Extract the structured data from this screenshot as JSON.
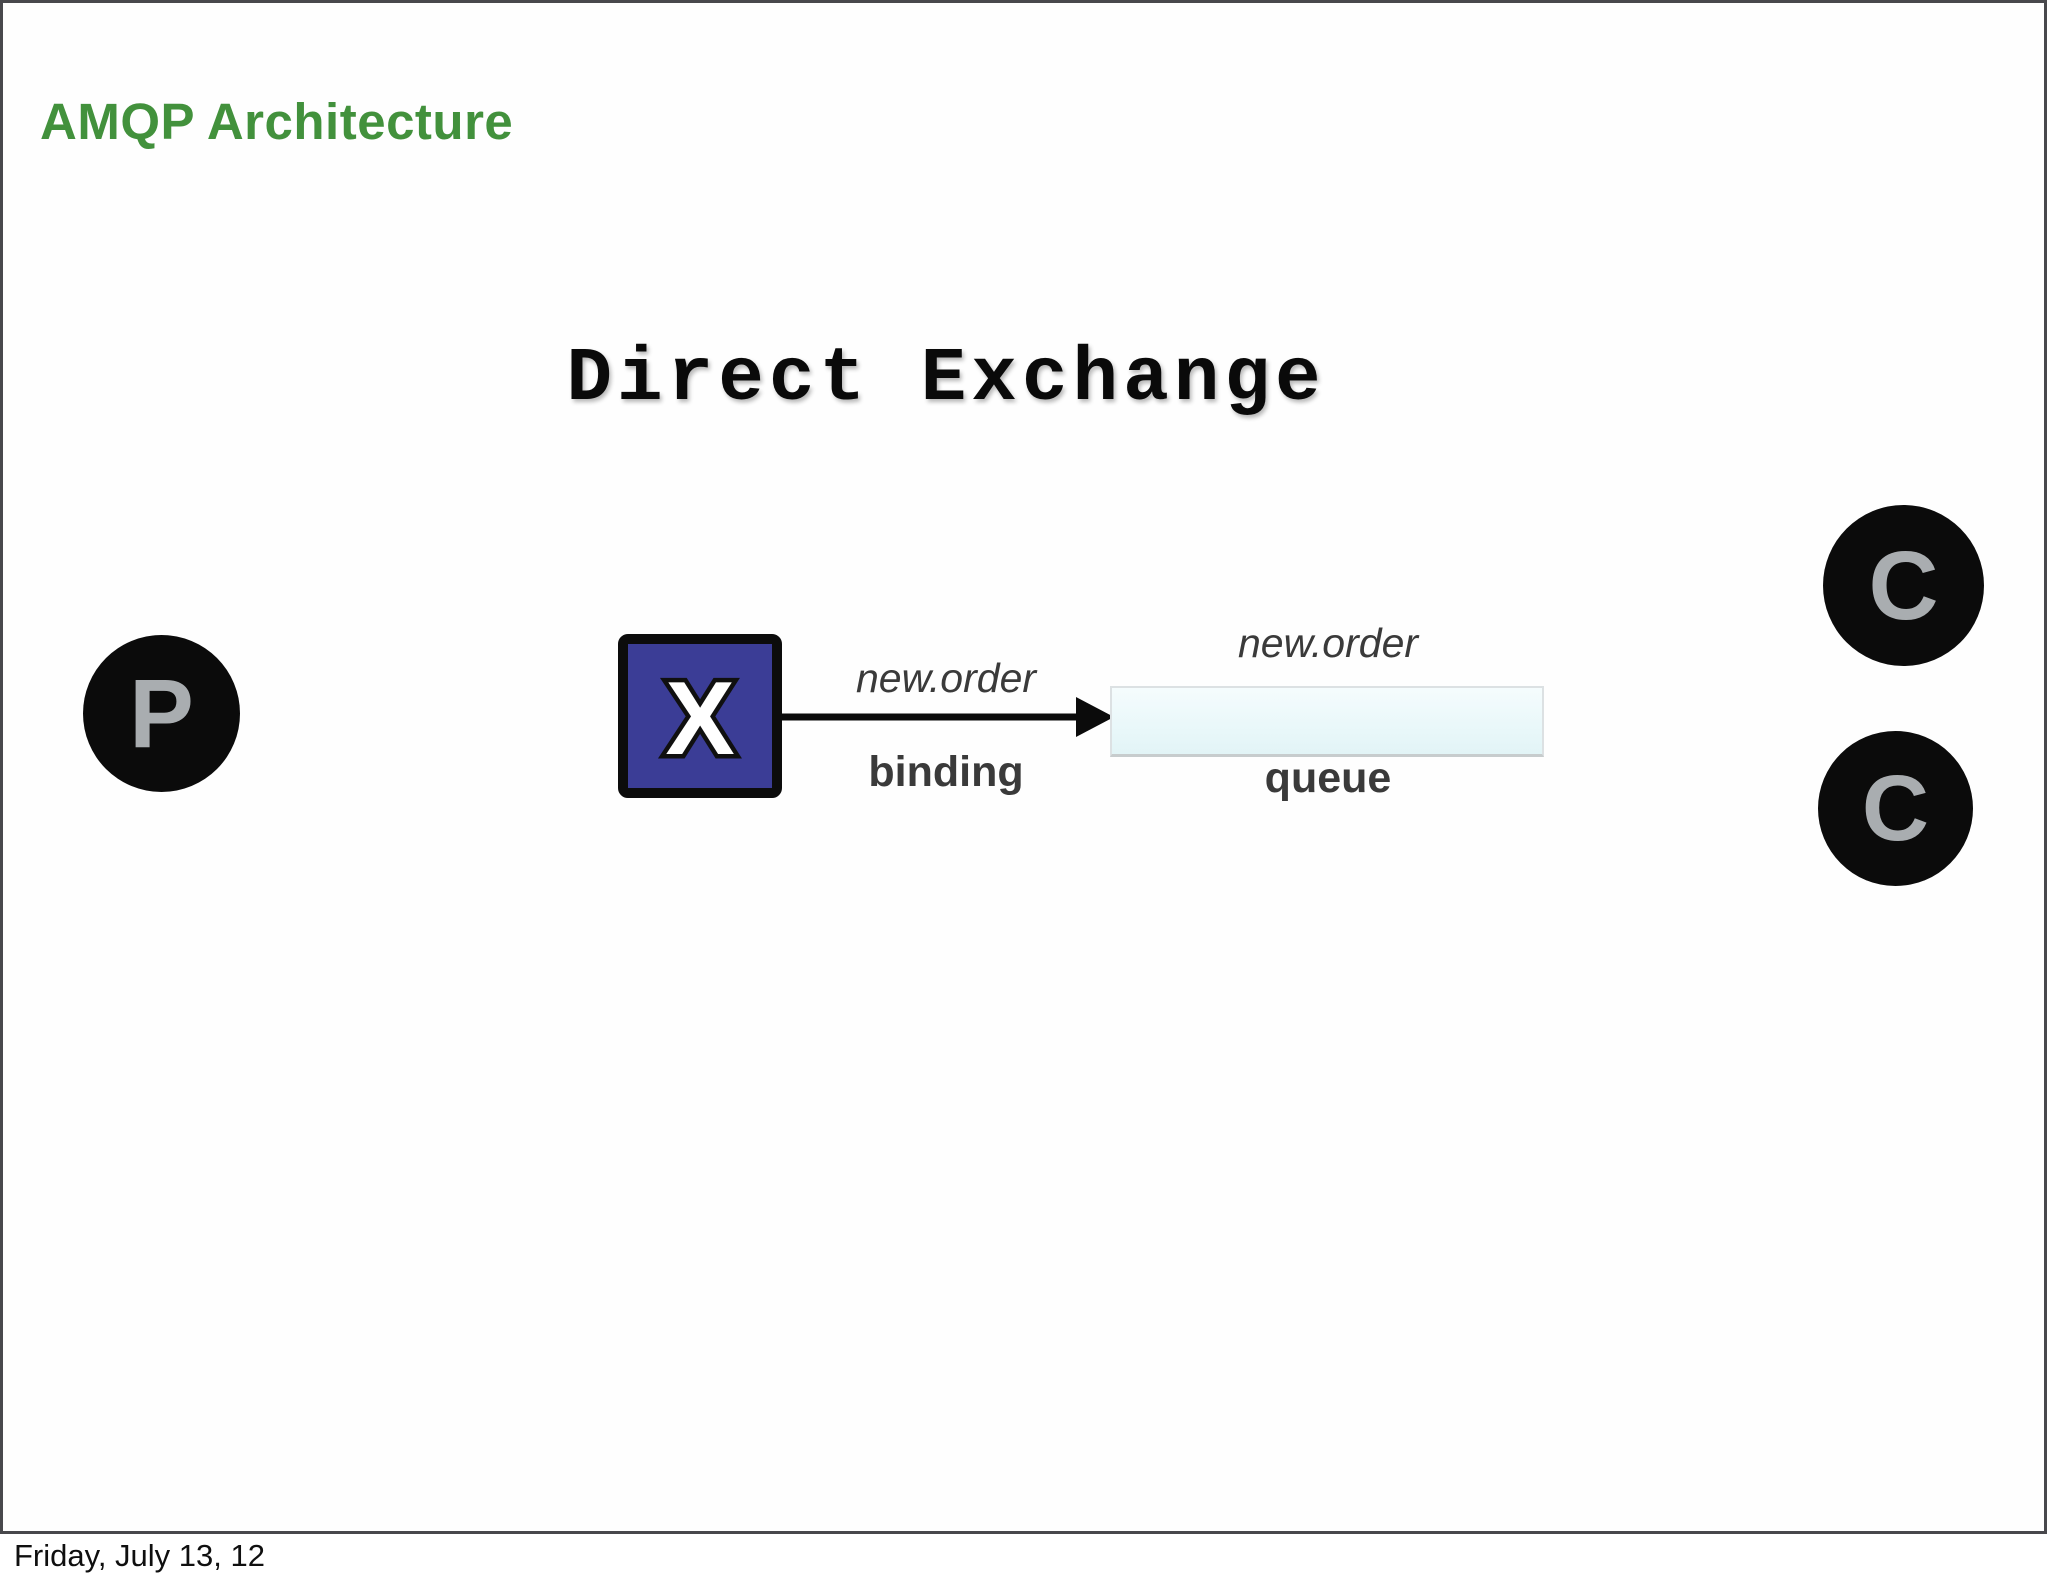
{
  "slide": {
    "title": "AMQP Architecture",
    "heading": "Direct Exchange",
    "footer_date": "Friday, July 13, 12"
  },
  "diagram": {
    "producer_label": "P",
    "exchange_label": "X",
    "binding": {
      "routing_key": "new.order",
      "caption": "binding"
    },
    "queue": {
      "routing_key": "new.order",
      "caption": "queue"
    },
    "consumer_labels": [
      "C",
      "C"
    ]
  },
  "colors": {
    "title_green": "#42913c",
    "exchange_blue": "#3b3d96",
    "node_fill": "#0b0b0b",
    "node_letter_gray": "#a9adb0",
    "label_gray": "#3a3a3a",
    "queue_fill_top": "#f5fcfd",
    "queue_fill_bottom": "#e2f4f6",
    "frame_border": "#48484c",
    "arrow_black": "#0b0b0b"
  }
}
